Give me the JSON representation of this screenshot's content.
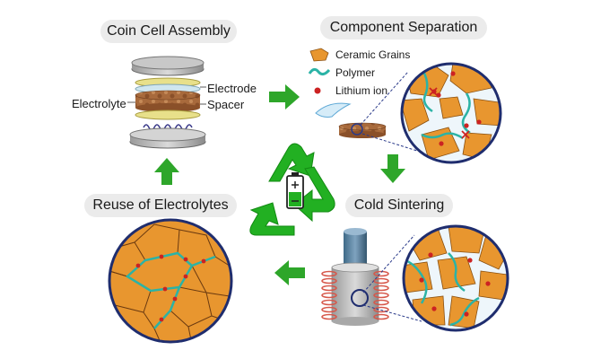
{
  "stages": {
    "assembly": "Coin Cell Assembly",
    "separation": "Component Separation",
    "sintering": "Cold Sintering",
    "reuse": "Reuse of Electrolytes"
  },
  "cell_labels": {
    "electrolyte": "Electrolyte",
    "electrode": "Electrode",
    "spacer": "Spacer"
  },
  "legend": [
    {
      "label": "Ceramic Grains",
      "icon": "ceramic-grain-icon",
      "color": "#e8962f"
    },
    {
      "label": "Polymer",
      "icon": "polymer-icon",
      "color": "#2bb3a6"
    },
    {
      "label": "Lithium ion",
      "icon": "lithium-ion-icon",
      "color": "#cc2222"
    }
  ],
  "center_icon": "recycle-battery-icon",
  "colors": {
    "arrow": "#2ea62a",
    "recycle": "#22b022",
    "ceramic": "#e8962f",
    "polymer": "#2bb3a6",
    "lithium": "#cc2222",
    "pill": "#ebebeb"
  }
}
